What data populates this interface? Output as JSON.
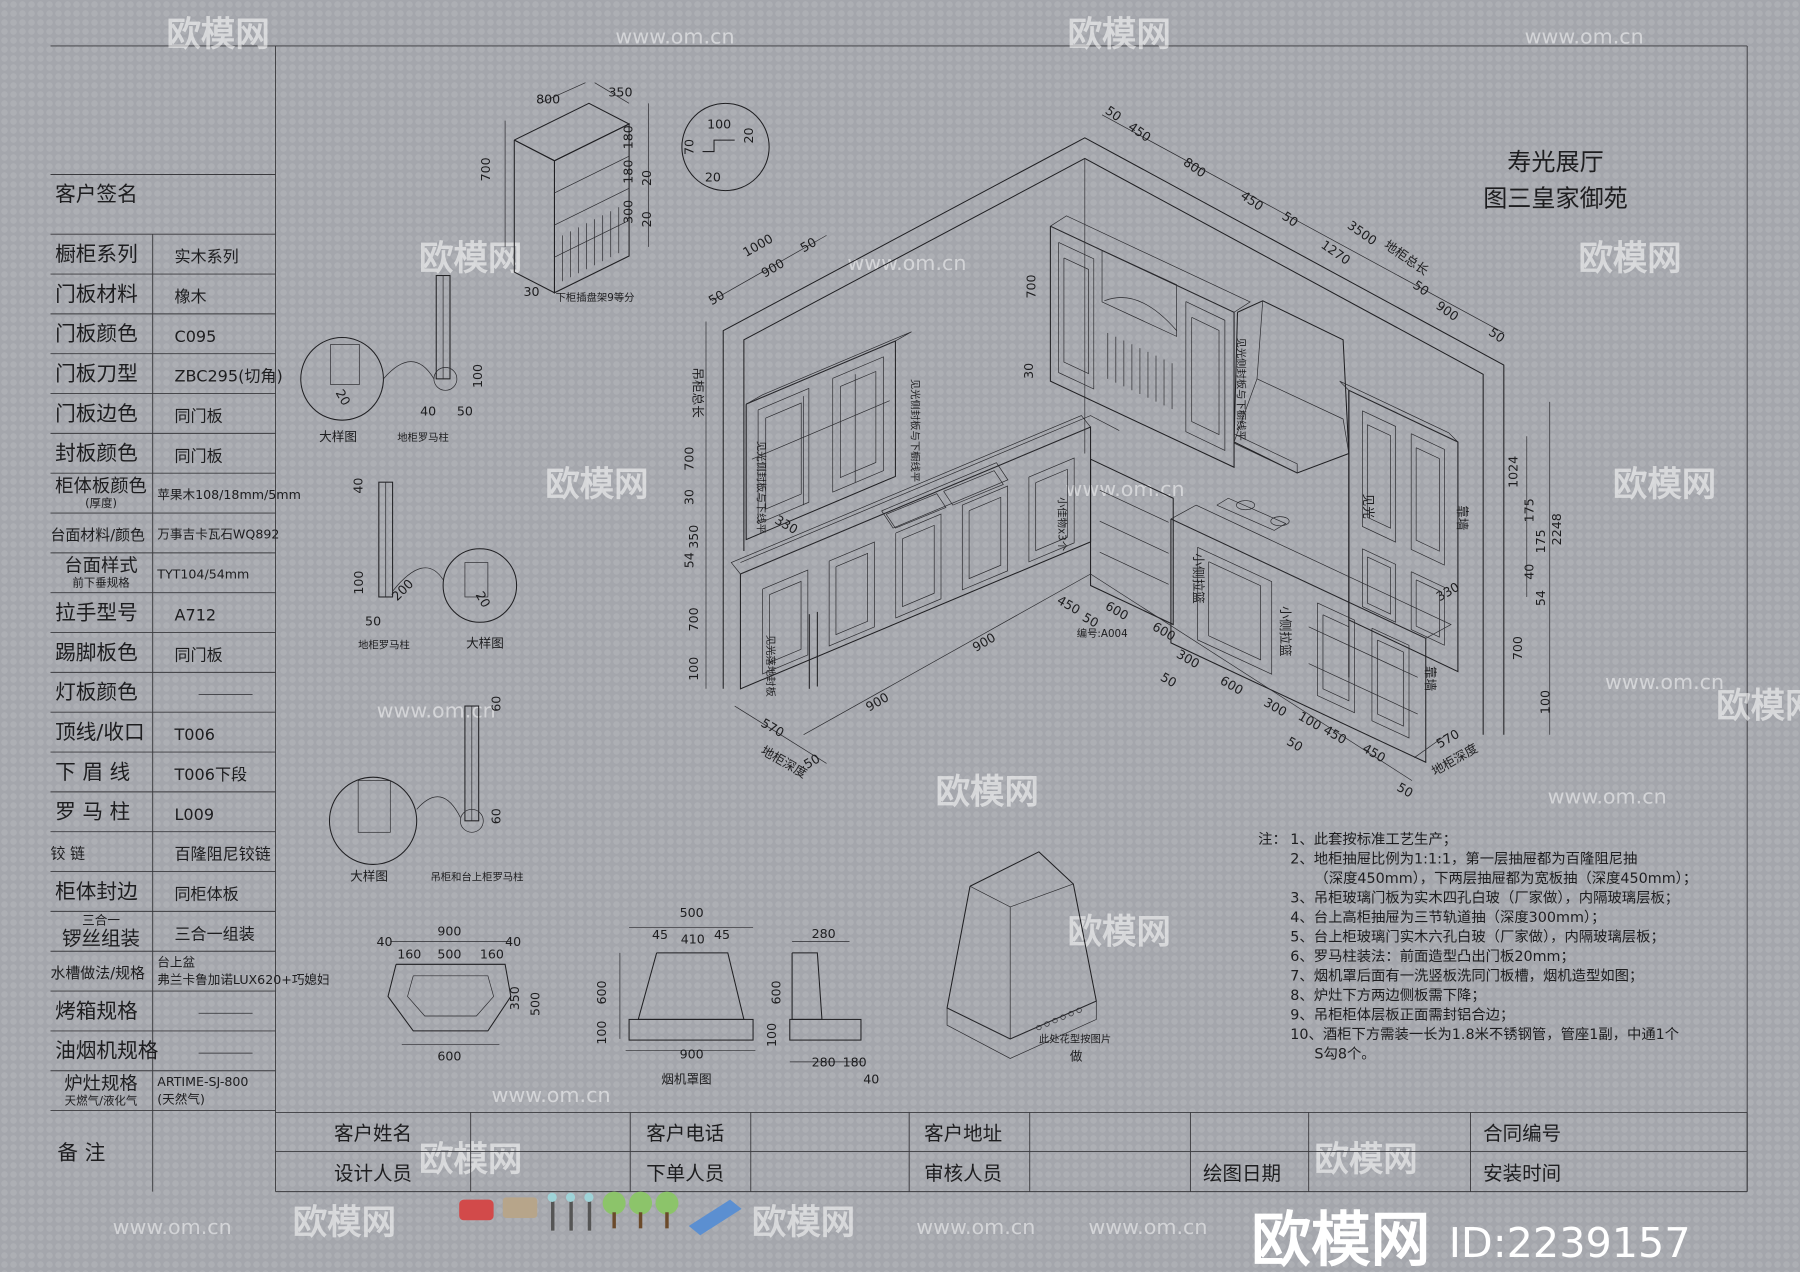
{
  "title": {
    "line1": "寿光展厅",
    "line2": "图三皇家御苑"
  },
  "spec_table": {
    "signature_label": "客户签名",
    "rows": [
      {
        "label": "橱柜系列",
        "value": "实木系列"
      },
      {
        "label": "门板材料",
        "value": "橡木"
      },
      {
        "label": "门板颜色",
        "value": "C095"
      },
      {
        "label": "门板刀型",
        "value": "ZBC295(切角)"
      },
      {
        "label": "门板边色",
        "value": "同门板"
      },
      {
        "label": "封板颜色",
        "value": "同门板"
      },
      {
        "label": "柜体板颜色",
        "sublabel": "(厚度)",
        "value": "苹果木108/18mm/5mm"
      },
      {
        "label": "台面材料/颜色",
        "value": "万事吉卡瓦石WQ892"
      },
      {
        "label": "台面样式",
        "sublabel": "前下垂规格",
        "value": "TYT104/54mm"
      },
      {
        "label": "拉手型号",
        "value": "A712"
      },
      {
        "label": "踢脚板色",
        "value": "同门板"
      },
      {
        "label": "灯板颜色",
        "value": ""
      },
      {
        "label": "顶线/收口",
        "value": "T006"
      },
      {
        "label": "下 眉 线",
        "value": "T006下段"
      },
      {
        "label": "罗 马 柱",
        "value": "L009"
      },
      {
        "label": "铰      链",
        "value": "百隆阻尼铰链"
      },
      {
        "label": "柜体封边",
        "value": "同柜体板"
      },
      {
        "label": "锣丝组装",
        "superlabel": "三合一",
        "value": "三合一组装"
      },
      {
        "label": "水槽做法/规格",
        "value": "台上盆",
        "value2": "弗兰卡鲁加诺LUX620+巧媳妇"
      },
      {
        "label": "烤箱规格",
        "value": ""
      },
      {
        "label": "油烟机规格",
        "value": ""
      },
      {
        "label": "炉灶规格",
        "sublabel": "天燃气/液化气",
        "value": "ARTIME-SJ-800",
        "value2": "(天然气)"
      }
    ],
    "remarks_label": "备    注"
  },
  "info_table": {
    "customer_name": "客户姓名",
    "customer_phone": "客户电话",
    "customer_address": "客户地址",
    "contract_no": "合同编号",
    "designer": "设计人员",
    "order_staff": "下单人员",
    "reviewer": "审核人员",
    "drawing_date": "绘图日期",
    "install_time": "安装时间"
  },
  "notes": {
    "prefix": "注：",
    "items": [
      "1、此套按标准工艺生产；",
      "2、地柜抽屉比例为1:1:1，第一层抽屉都为百隆阻尼抽",
      "（深度450mm），下两层抽屉都为宽板抽（深度450mm）；",
      "3、吊柜玻璃门板为实木四孔白玻（厂家做），内隔玻璃层板；",
      "4、台上高柜抽屉为三节轨道抽（深度300mm）；",
      "5、台上柜玻璃门实木六孔白玻（厂家做），内隔玻璃层板；",
      "6、罗马柱装法：前面造型凸出门板20mm；",
      "7、烟机罩后面有一洗竖板洗同门板槽，烟机造型如图；",
      "8、炉灶下方两边侧板需下降；",
      "9、吊柜柜体层板正面需封铝合边；",
      "10、酒柜下方需装一长为1.8米不锈钢管，管座1副，中通1个",
      "S勾8个。"
    ]
  },
  "drawing": {
    "dims": [
      "800",
      "350",
      "700",
      "180",
      "180",
      "20",
      "300",
      "20",
      "30",
      "下柜插盘架9等分",
      "100",
      "70",
      "20",
      "20",
      "20",
      "40",
      "50",
      "100",
      "大样图",
      "地柜罗马柱",
      "40",
      "100",
      "50",
      "200",
      "20",
      "地柜罗马柱",
      "大样图",
      "60",
      "60",
      "大样图",
      "吊柜和台上柜罗马柱",
      "900",
      "40",
      "160",
      "500",
      "160",
      "40",
      "350",
      "500",
      "600",
      "500",
      "45",
      "410",
      "45",
      "600",
      "100",
      "900",
      "烟机罩图",
      "280",
      "600",
      "100",
      "280",
      "180",
      "40",
      "此处花型按图片",
      "做",
      "50",
      "450",
      "800",
      "450",
      "50",
      "3500",
      "地柜总长",
      "1270",
      "50",
      "900",
      "50",
      "50",
      "900",
      "1000",
      "50",
      "吊柜总长",
      "700",
      "30",
      "350",
      "54",
      "700",
      "100",
      "700",
      "30",
      "1024",
      "175",
      "175",
      "40",
      "2248",
      "54",
      "700",
      "100",
      "570",
      "地柜深度",
      "50",
      "900",
      "900",
      "450",
      "50",
      "600",
      "600",
      "50",
      "300",
      "600",
      "300",
      "50",
      "100",
      "450",
      "450",
      "50",
      "570",
      "地柜深度",
      "330",
      "330",
      "见光侧封板与下橱线平",
      "见光侧封板与下线平",
      "见光落地封板",
      "见光侧封板与下橱线平",
      "小佳物x3个",
      "编号:A004",
      "小侧拉篮",
      "小侧拉篮",
      "见光",
      "靠墙",
      "靠墙"
    ]
  },
  "watermark": {
    "brand": "欧模网",
    "url": "www.om.cn",
    "id": "ID:2239157"
  }
}
